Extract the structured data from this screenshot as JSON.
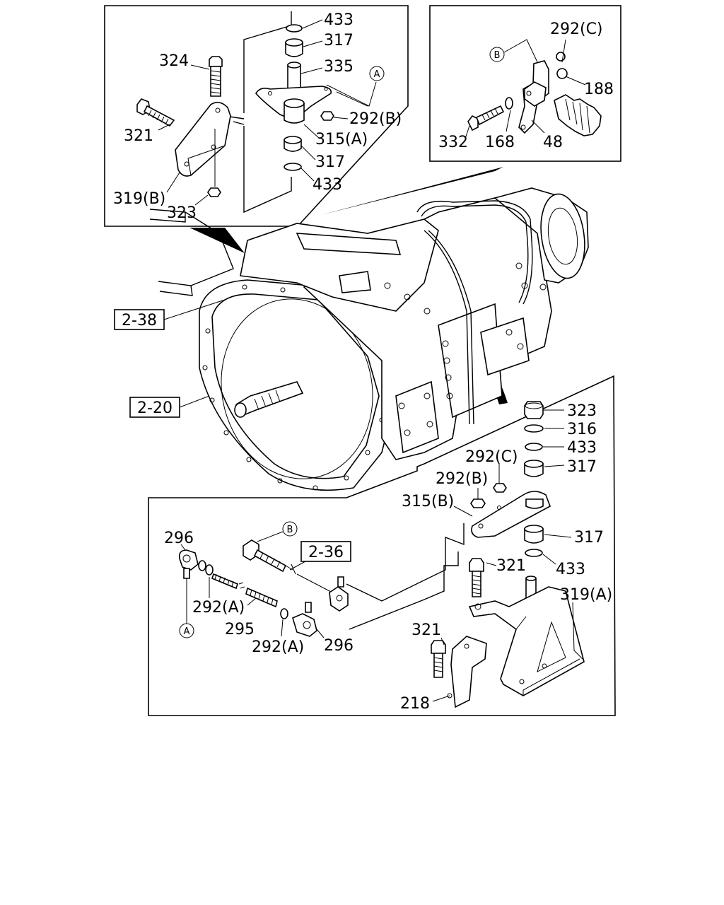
{
  "callouts": {
    "p433_top": "433",
    "p317_top": "317",
    "p335": "335",
    "p292b_top": "292(B)",
    "p315a": "315(A)",
    "p317_mid": "317",
    "p433_mid": "433",
    "p324": "324",
    "p321_top": "321",
    "p319b": "319(B)",
    "p323_top": "323",
    "p292c_tr": "292(C)",
    "p188": "188",
    "p168": "168",
    "p48": "48",
    "p332": "332",
    "p323_r": "323",
    "p316": "316",
    "p433_r1": "433",
    "p317_r1": "317",
    "p292c_b": "292(C)",
    "p292b_b": "292(B)",
    "p315b": "315(B)",
    "p317_r2": "317",
    "p321_b1": "321",
    "p433_r2": "433",
    "p319a": "319(A)",
    "p321_b2": "321",
    "p218": "218",
    "p296_l": "296",
    "p292a_l": "292(A)",
    "p295": "295",
    "p292a_r": "292(A)",
    "p296_r": "296"
  },
  "references": {
    "r238": "2-38",
    "r220": "2-20",
    "r236": "2-36"
  },
  "markers": {
    "a_top": "A",
    "b_tr": "B",
    "b_bot": "B",
    "a_bot": "A"
  }
}
